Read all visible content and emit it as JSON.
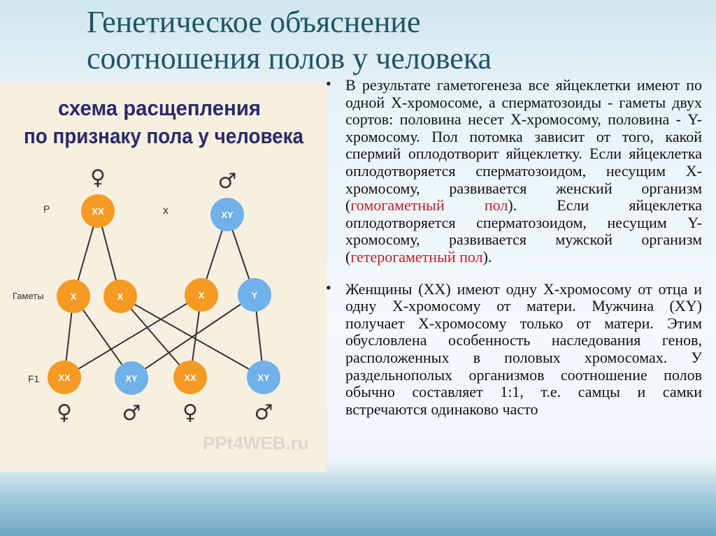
{
  "title_line1": "Генетическое объяснение",
  "title_line2": "соотношения полов у человека",
  "bullet_glyph": "•",
  "diagram": {
    "heading_line1": "схема расщепления",
    "heading_line2": "по признаку пола у человека",
    "row_labels": {
      "p": "P",
      "cross": "x",
      "gametes": "Гаметы",
      "f1": "F1"
    },
    "parents": [
      "XX",
      "XY"
    ],
    "parent_symbols": [
      "♀",
      "♂"
    ],
    "gametes": [
      "X",
      "X",
      "X",
      "Y"
    ],
    "offspring": [
      "XX",
      "XY",
      "XX",
      "XY"
    ],
    "offspring_symbols": [
      "♀",
      "♂",
      "♀",
      "♂"
    ],
    "watermark": "PPt4WEB.ru",
    "colors": {
      "female": "#f59a23",
      "male": "#6fb1e8",
      "line": "#333333",
      "text": "#2a2a6a"
    }
  },
  "bullet1": {
    "part1": "В результате гаметогенеза все яйцеклетки имеют по одной X-хромосоме, а сперматозоиды - гаметы двух сортов: половина несет X-хромосому, половина - Y-хромосому. Пол потомка зависит от того, какой спермий оплодотворит яйцеклетку. Если яйцеклетка оплодотворяется сперматозоидом, несущим X-хромосому, развивается женский организм (",
    "highlight1": "гомогаметный пол",
    "part2": "). Если яйцеклетка оплодотворяется сперматозоидом, несущим Y-хромосому, развивается мужской организм (",
    "highlight2": "гетерогаметный пол",
    "part3": ")."
  },
  "bullet2": "Женщины (XX) имеют одну X-хромосому от отца и одну X-хромосому от матери. Мужчина (XY) получает X-хромосому только от матери. Этим обусловлена особенность наследования генов, расположенных в половых хромосомах. У раздельнополых организмов соотношение полов обычно составляет 1:1, т.е. самцы и самки встречаются одинаково часто"
}
